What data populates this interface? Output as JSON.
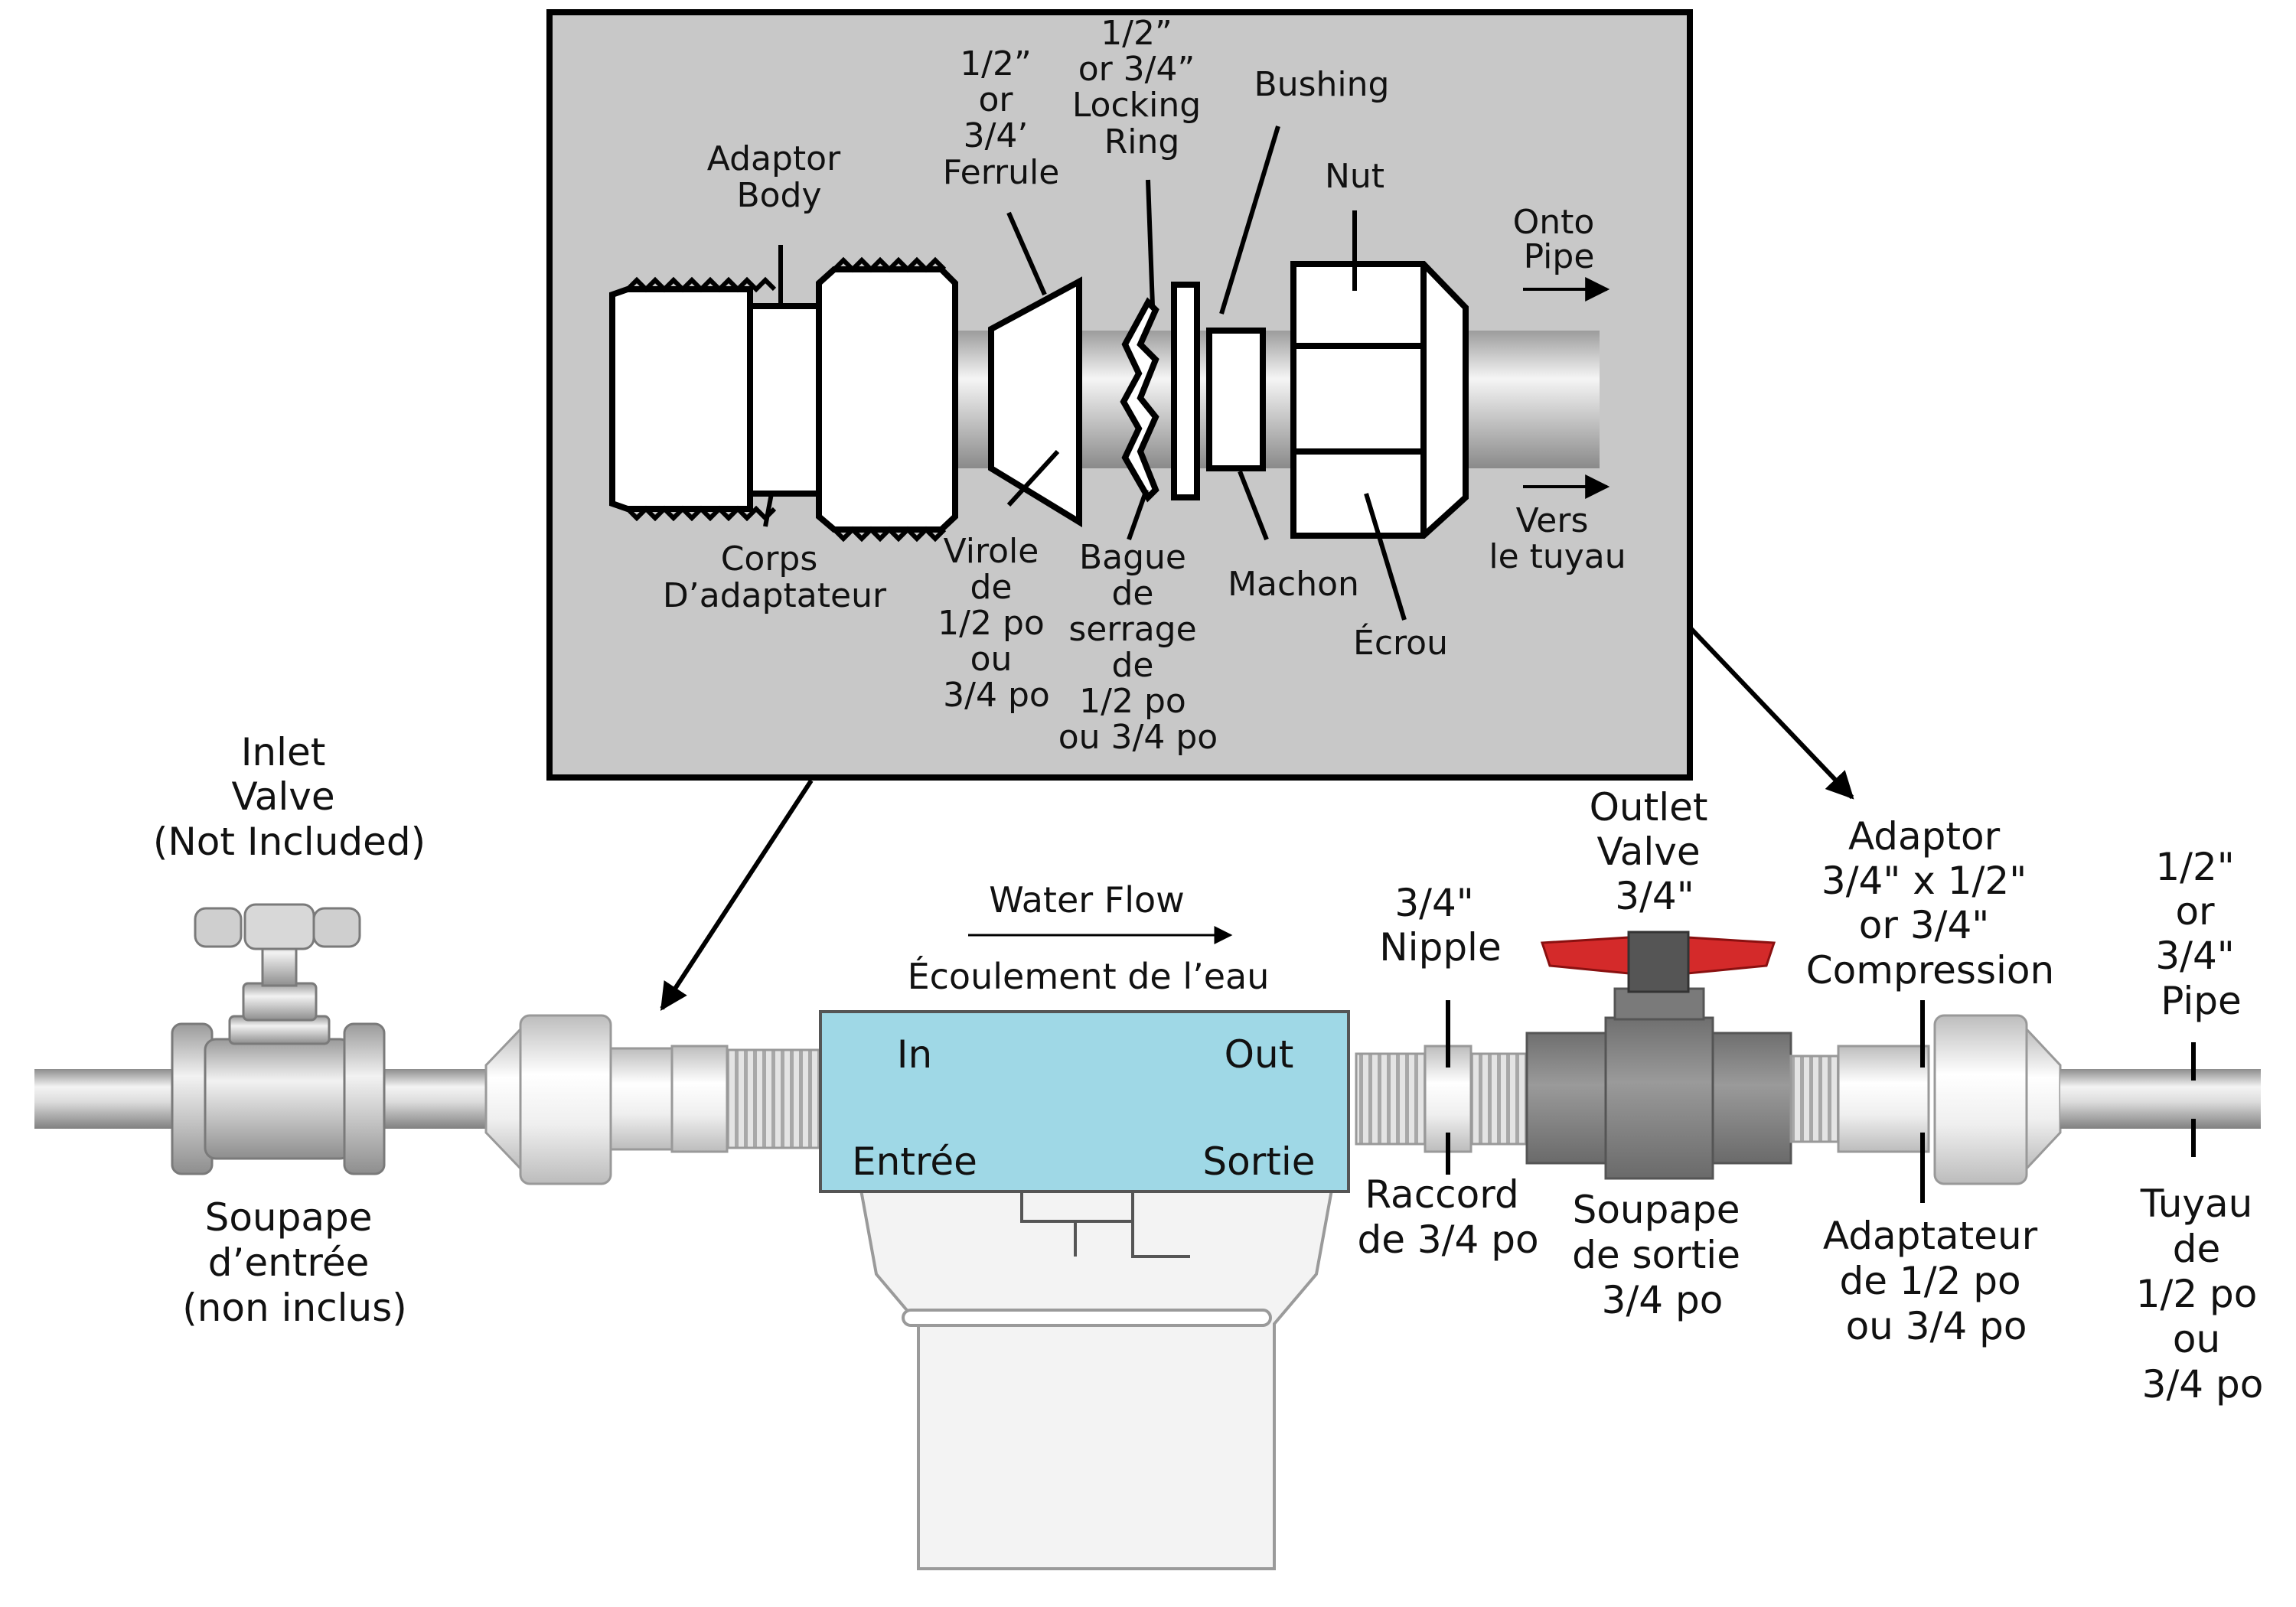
{
  "inset": {
    "adaptor_body": [
      "Adaptor",
      "Body"
    ],
    "ferrule": [
      "1/2”",
      "or",
      "3/4’",
      "Ferrule"
    ],
    "locking_ring": [
      "1/2”",
      "or 3/4”",
      "Locking",
      "Ring"
    ],
    "bushing": [
      "Bushing"
    ],
    "nut": [
      "Nut"
    ],
    "onto_pipe": [
      "Onto",
      "Pipe"
    ],
    "corps": [
      "Corps",
      "D’adaptateur"
    ],
    "virole": [
      "Virole",
      "de",
      "1/2 po",
      "ou",
      "3/4 po"
    ],
    "bague": [
      "Bague",
      "de",
      "serrage",
      "de",
      "1/2 po",
      "ou 3/4 po"
    ],
    "machon": [
      "Machon"
    ],
    "ecrou": [
      "Écrou"
    ],
    "vers_tuyau": [
      "Vers",
      "le tuyau"
    ]
  },
  "main": {
    "inlet_valve": [
      "Inlet",
      "Valve",
      "(Not Included)"
    ],
    "soupape_entree": [
      "Soupape",
      "d’entrée",
      "(non inclus)"
    ],
    "water_flow": "Water Flow",
    "ecoulement": "Écoulement de l’eau",
    "filter_in": "In",
    "filter_out": "Out",
    "filter_entree": "Entrée",
    "filter_sortie": "Sortie",
    "nipple": [
      "3/4\"",
      "Nipple"
    ],
    "raccord": [
      "Raccord",
      "de 3/4 po"
    ],
    "outlet_valve": [
      "Outlet",
      "Valve",
      "3/4\""
    ],
    "soupape_sortie": [
      "Soupape",
      "de sortie",
      "3/4 po"
    ],
    "adaptor": [
      "Adaptor",
      "3/4\" x 1/2\"",
      "or 3/4\"",
      "Compression"
    ],
    "adaptateur": [
      "Adaptateur",
      "de 1/2 po",
      "ou 3/4 po"
    ],
    "pipe": [
      "1/2\"",
      "or",
      "3/4\"",
      "Pipe"
    ],
    "tuyau": [
      "Tuyau",
      "de",
      "1/2 po",
      "ou",
      "3/4 po"
    ]
  },
  "colors": {
    "inset_background": "#c8c8c8",
    "filter_head": "#9fd8e6",
    "valve_handle": "#d42a2a",
    "valve_body": "#8a8a8a"
  }
}
